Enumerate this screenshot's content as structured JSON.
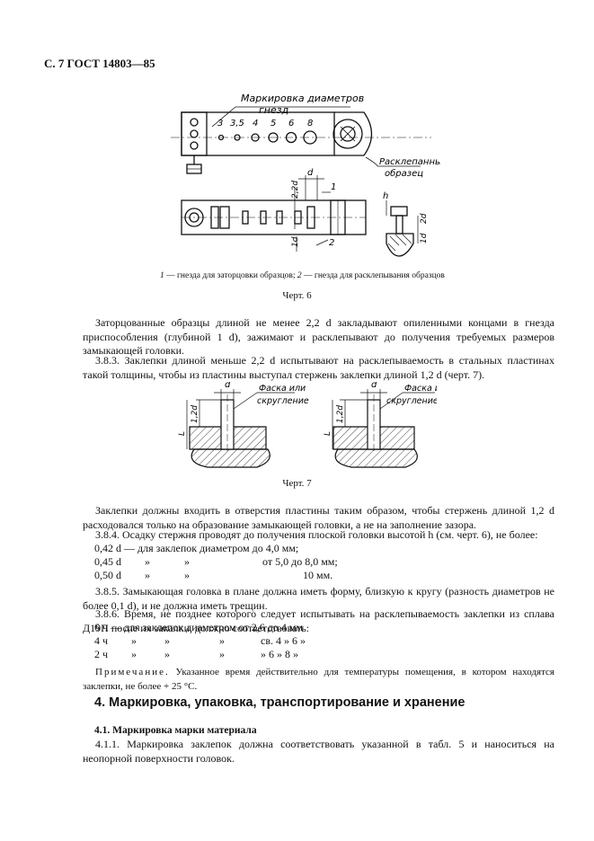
{
  "header": "С. 7 ГОСТ 14803—85",
  "fig6": {
    "label_top_1": "Маркировка диаметров",
    "label_top_2": "гнезд",
    "sizes": [
      "3",
      "3,5",
      "4",
      "5",
      "6",
      "8"
    ],
    "label_right_1": "Расклепанный",
    "label_right_2": "образец",
    "dim_d": "d",
    "dim_22d": "2,2d",
    "dim_1d": "1d",
    "dim_h": "h",
    "dim_2d": "2d",
    "ref1": "1",
    "ref2": "2",
    "caption_1": "1",
    "caption_text_1": " — гнезда для заторцовки образцов; ",
    "caption_2": "2",
    "caption_text_2": " — гнезда для расклепывания образцов",
    "chert": "Черт. 6"
  },
  "para1": "Заторцованные образцы длиной не менее 2,2 d закладывают опиленными концами в гнезда приспособления (глубиной 1 d), зажимают и расклепывают до получения требуемых размеров замыкающей головки.",
  "para2": "3.8.3. Заклепки длиной меньше 2,2 d испытывают на расклепываемость в стальных пластинах такой толщины, чтобы из пластины выступал стержень заклепки длиной 1,2 d (черт. 7).",
  "fig7": {
    "dim_d": "d",
    "dim_12d": "1,2d",
    "dim_L": "L",
    "label_1": "Фаска или",
    "label_2": "скругление",
    "chert": "Черт. 7"
  },
  "para3": "Заклепки должны входить в отверстия пластины таким образом, чтобы стержень длиной 1,2 d расходовался только на образование замыкающей головки, а не на заполнение зазора.",
  "para4": "3.8.4. Осадку стержня проводят до получения плоской головки высотой h (см. черт. 6), не более:",
  "list1": [
    {
      "a": "0,42 d — для заклепок диаметром до 4,0 мм;",
      "b": "",
      "c": "",
      "d": ""
    },
    {
      "a": "0,45 d",
      "b": "»",
      "c": "»",
      "d": "от 5,0 до 8,0 мм;"
    },
    {
      "a": "0,50 d",
      "b": "»",
      "c": "»",
      "d": "10 мм."
    }
  ],
  "para5": "3.8.5. Замыкающая головка в плане должна иметь форму, близкую к кругу (разность диаметров не более 0,1 d), и не должна иметь трещин.",
  "para6": "3.8.6. Время, не позднее которого следует испытывать на расклепываемость заклепки из сплава Д19П после их закалки, должно соответствовать:",
  "list2": [
    {
      "a": "6 ч — для заклепок диаметром от 2,6 до 4 мм",
      "b": "",
      "c": "",
      "d": ""
    },
    {
      "a": "4 ч",
      "b": "»",
      "c": "»",
      "d": "»",
      "e": "св. 4   »  6  »"
    },
    {
      "a": "2 ч",
      "b": "»",
      "c": "»",
      "d": "»",
      "e": "»   6  »  8  »"
    }
  ],
  "note_label": "Примечание.",
  "note_text": " Указанное время действительно для температуры помещения, в котором находятся заклепки, не более + 25 °С.",
  "section": "4. Маркировка, упаковка, транспортирование и хранение",
  "subsection": "4.1. Маркировка марки материала",
  "para7": "4.1.1. Маркировка заклепок должна соответствовать указанной в табл. 5 и наноситься на неопорной поверхности головок."
}
